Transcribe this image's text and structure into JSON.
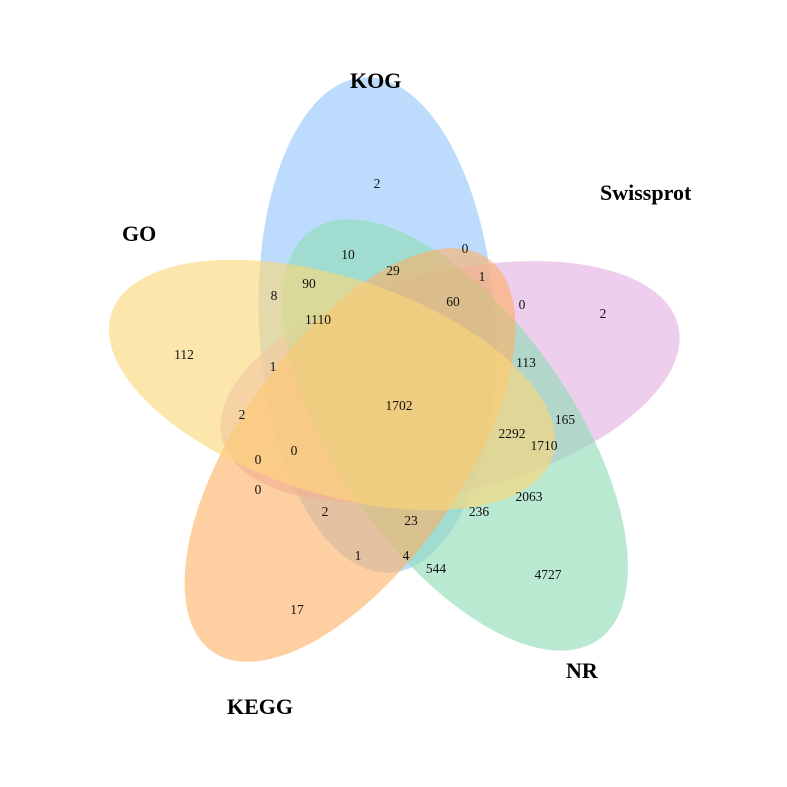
{
  "chart_data": {
    "type": "venn",
    "title": "",
    "sets": [
      {
        "name": "KOG",
        "color": "#a3cffc"
      },
      {
        "name": "Swissprot",
        "color": "#e8c2e8"
      },
      {
        "name": "NR",
        "color": "#b3eacd"
      },
      {
        "name": "KEGG",
        "color": "#fecb99"
      },
      {
        "name": "GO",
        "color": "#fde3a3"
      }
    ],
    "regions": [
      {
        "sets": [
          "KOG"
        ],
        "count": 2
      },
      {
        "sets": [
          "Swissprot"
        ],
        "count": 2
      },
      {
        "sets": [
          "NR"
        ],
        "count": 4727
      },
      {
        "sets": [
          "KEGG"
        ],
        "count": 17
      },
      {
        "sets": [
          "GO"
        ],
        "count": 112
      },
      {
        "sets": [
          "KOG",
          "NR"
        ],
        "count": 10
      },
      {
        "sets": [
          "KOG",
          "Swissprot"
        ],
        "count": 0
      },
      {
        "sets": [
          "KOG",
          "GO"
        ],
        "count": 8
      },
      {
        "sets": [
          "KOG",
          "GO",
          "NR"
        ],
        "count": 90
      },
      {
        "sets": [
          "KOG",
          "Swissprot",
          "NR"
        ],
        "count": 29
      },
      {
        "sets": [
          "KOG",
          "Swissprot",
          "KEGG"
        ],
        "count": 1
      },
      {
        "sets": [
          "KOG",
          "Swissprot",
          "NR",
          "KEGG"
        ],
        "count": 60
      },
      {
        "sets": [
          "Swissprot",
          "KEGG"
        ],
        "count": 0
      },
      {
        "sets": [
          "KOG",
          "GO",
          "NR",
          "Swissprot"
        ],
        "count": 1110
      },
      {
        "sets": [
          "Swissprot",
          "KEGG",
          "NR"
        ],
        "count": 113
      },
      {
        "sets": [
          "Swissprot",
          "NR"
        ],
        "count": 165
      },
      {
        "sets": [
          "Swissprot",
          "NR",
          "KEGG",
          "GO"
        ],
        "count": 2292
      },
      {
        "sets": [
          "Swissprot",
          "NR",
          "GO"
        ],
        "count": 1710
      },
      {
        "sets": [
          "NR",
          "GO"
        ],
        "count": 2063
      },
      {
        "sets": [
          "KOG",
          "Swissprot",
          "NR",
          "KEGG",
          "GO"
        ],
        "count": 1702
      },
      {
        "sets": [
          "KOG",
          "GO",
          "Swissprot"
        ],
        "count": 1
      },
      {
        "sets": [
          "GO",
          "Swissprot"
        ],
        "count": 2
      },
      {
        "sets": [
          "GO",
          "Swissprot",
          "KEGG"
        ],
        "count": 0
      },
      {
        "sets": [
          "KOG",
          "GO",
          "Swissprot",
          "KEGG"
        ],
        "count": 0
      },
      {
        "sets": [
          "GO",
          "KEGG"
        ],
        "count": 0
      },
      {
        "sets": [
          "KOG",
          "GO",
          "KEGG"
        ],
        "count": 2
      },
      {
        "sets": [
          "KOG",
          "GO",
          "KEGG",
          "NR"
        ],
        "count": 23
      },
      {
        "sets": [
          "GO",
          "KEGG",
          "NR"
        ],
        "count": 236
      },
      {
        "sets": [
          "KOG",
          "KEGG"
        ],
        "count": 1
      },
      {
        "sets": [
          "KOG",
          "KEGG",
          "NR"
        ],
        "count": 4
      },
      {
        "sets": [
          "KEGG",
          "NR"
        ],
        "count": 544
      }
    ]
  },
  "labels": {
    "kog": "KOG",
    "swissprot": "Swissprot",
    "nr": "NR",
    "kegg": "KEGG",
    "go": "GO"
  },
  "counts": {
    "kog_only": "2",
    "swissprot_only": "2",
    "nr_only": "4727",
    "kegg_only": "17",
    "go_only": "112",
    "r10": "10",
    "r0_top": "0",
    "r8": "8",
    "r90": "90",
    "r29": "29",
    "r1_top": "1",
    "r60": "60",
    "r0_right": "0",
    "r1110": "1110",
    "r113": "113",
    "r165": "165",
    "r2292": "2292",
    "r1710": "1710",
    "r2063": "2063",
    "r1702": "1702",
    "r1_left": "1",
    "r2_left": "2",
    "r0_mid": "0",
    "r0_left_a": "0",
    "r0_left_b": "0",
    "r2_bottom": "2",
    "r23": "23",
    "r236": "236",
    "r1_bottom": "1",
    "r4": "4",
    "r544": "544"
  }
}
